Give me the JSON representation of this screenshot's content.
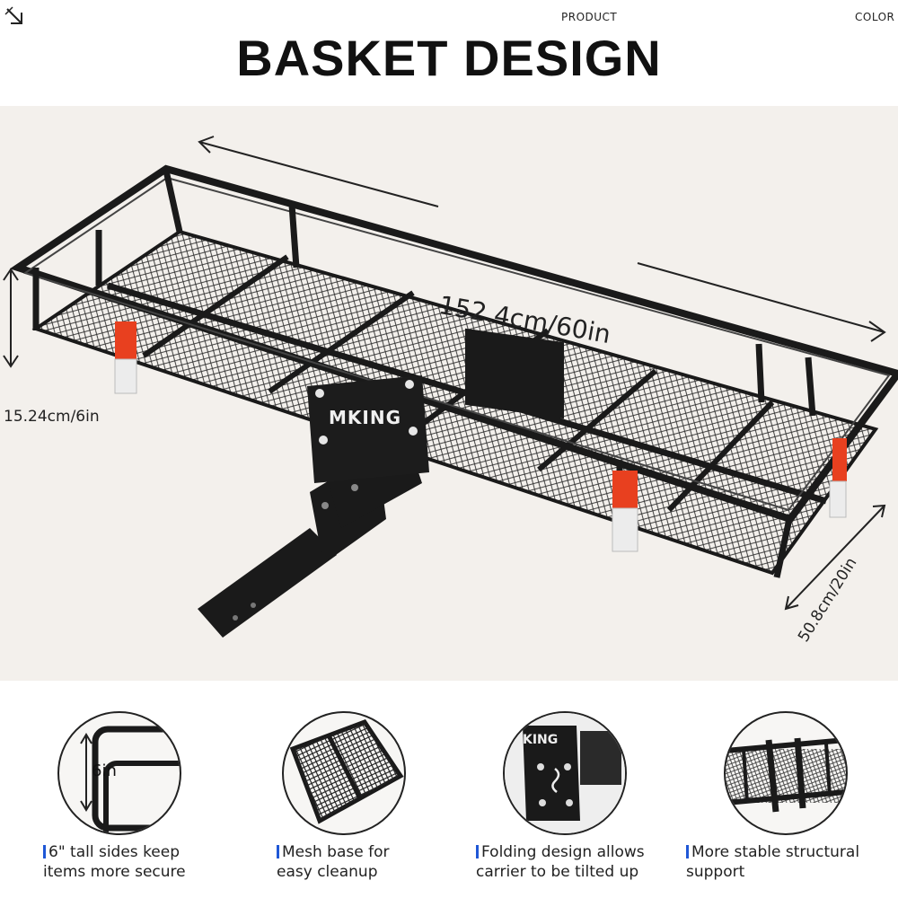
{
  "nav": {
    "corner_icon": "arrow-down-right-icon",
    "product_label": "PRODUCT",
    "color_label": "COLOR"
  },
  "title": "BASKET DESIGN",
  "brand_plate": "MKING",
  "dimensions": {
    "length": "152.4cm/60in",
    "height": "15.24cm/6in",
    "width": "50.8cm/20in"
  },
  "features": [
    {
      "icon": "tall-sides-icon",
      "inset_label": "6in",
      "line1": "6\" tall sides keep",
      "line2": "items more secure"
    },
    {
      "icon": "mesh-base-icon",
      "line1": "Mesh base for",
      "line2": "easy cleanup"
    },
    {
      "icon": "folding-design-icon",
      "line1": "Folding design allows",
      "line2": "carrier to be tilted up"
    },
    {
      "icon": "structural-support-icon",
      "line1": "More stable structural",
      "line2": "support"
    }
  ],
  "colors": {
    "accent_bar": "#1f57d6",
    "reflector_red": "#e8401f",
    "frame": "#1a1a1a"
  }
}
